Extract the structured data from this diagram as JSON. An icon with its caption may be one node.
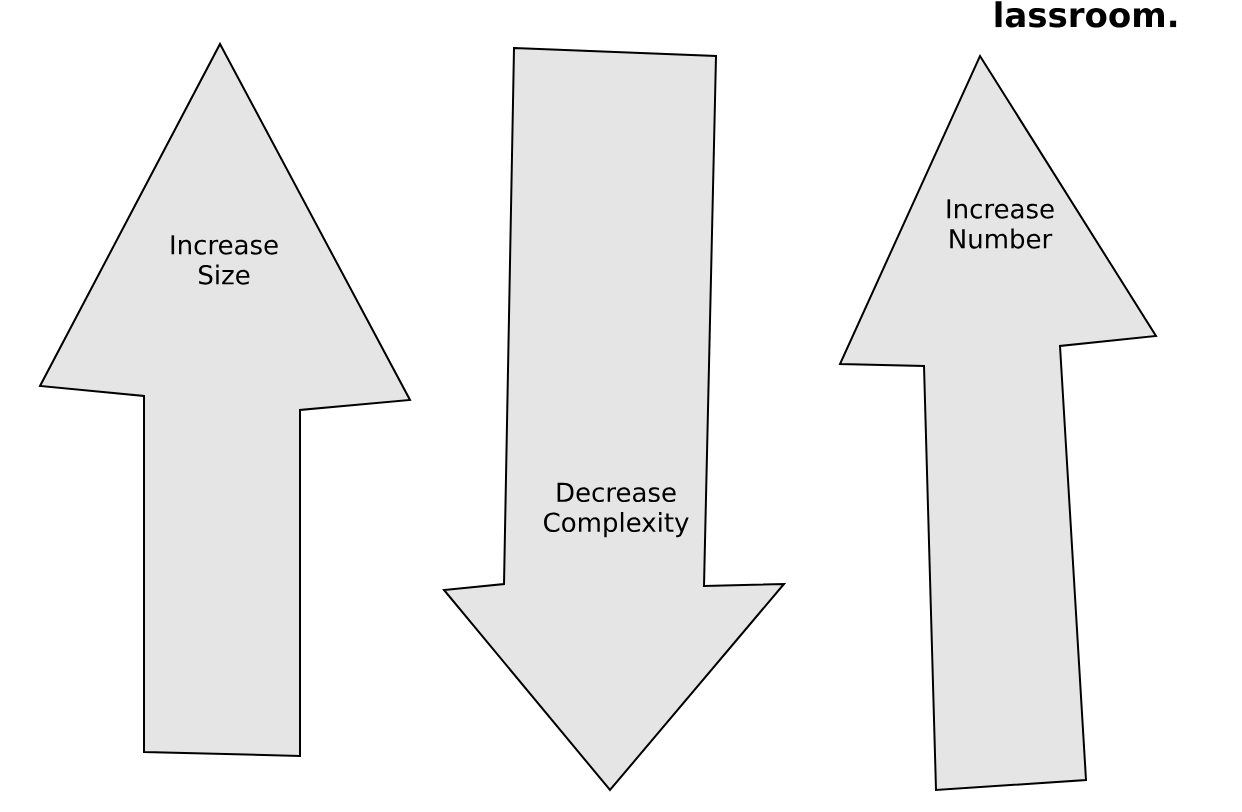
{
  "diagram": {
    "nodes": [
      {
        "text": [
          "Increase Size"
        ]
      },
      {
        "text": [
          "Decrease Complexity"
        ]
      },
      {
        "text": [
          "Increase Number"
        ]
      }
    ],
    "labels": [
      "lassroom."
    ]
  }
}
